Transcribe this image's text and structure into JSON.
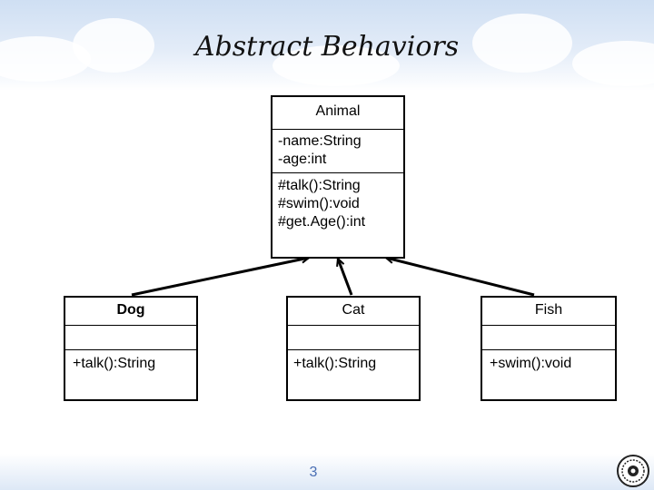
{
  "title": "Abstract Behaviors",
  "animal": {
    "name": "Animal",
    "attributes": [
      "-name:String",
      "-age:int"
    ],
    "methods": [
      "#talk():String",
      "#swim():void",
      "#get.Age():int"
    ]
  },
  "dog": {
    "name": "Dog",
    "methods": [
      "+talk():String"
    ]
  },
  "cat": {
    "name": "Cat",
    "methods": [
      "+talk():String"
    ]
  },
  "fish": {
    "name": "Fish",
    "methods": [
      "+swim():void"
    ]
  },
  "page_number": "3",
  "colors": {
    "accent": "#4a6fb4",
    "line": "#000000"
  }
}
